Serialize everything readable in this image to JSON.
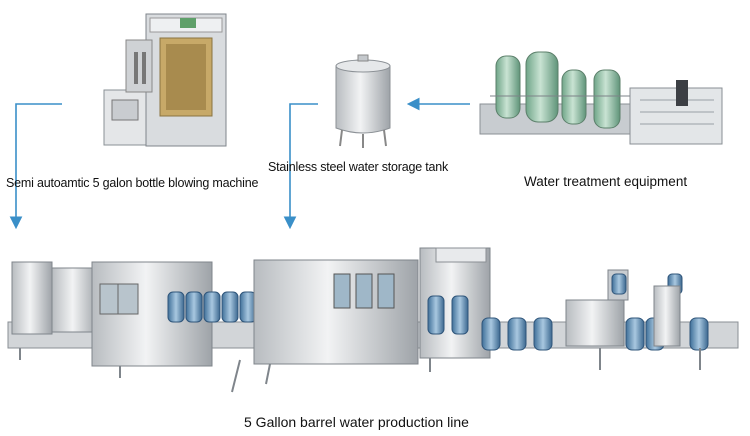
{
  "labels": {
    "blowing_machine": "Semi autoamtic 5 galon bottle blowing machine",
    "storage_tank": "Stainless steel water storage tank",
    "water_treatment": "Water treatment equipment",
    "production_line": "5 Gallon barrel water production line"
  },
  "colors": {
    "arrow": "#3a8fc8",
    "steel": "#d6d9dc",
    "steel_dark": "#9aa0a6",
    "vessel_green": "#8fbfa6",
    "bottle_blue": "#5c8fb8",
    "machine_gold": "#b89a5a"
  }
}
